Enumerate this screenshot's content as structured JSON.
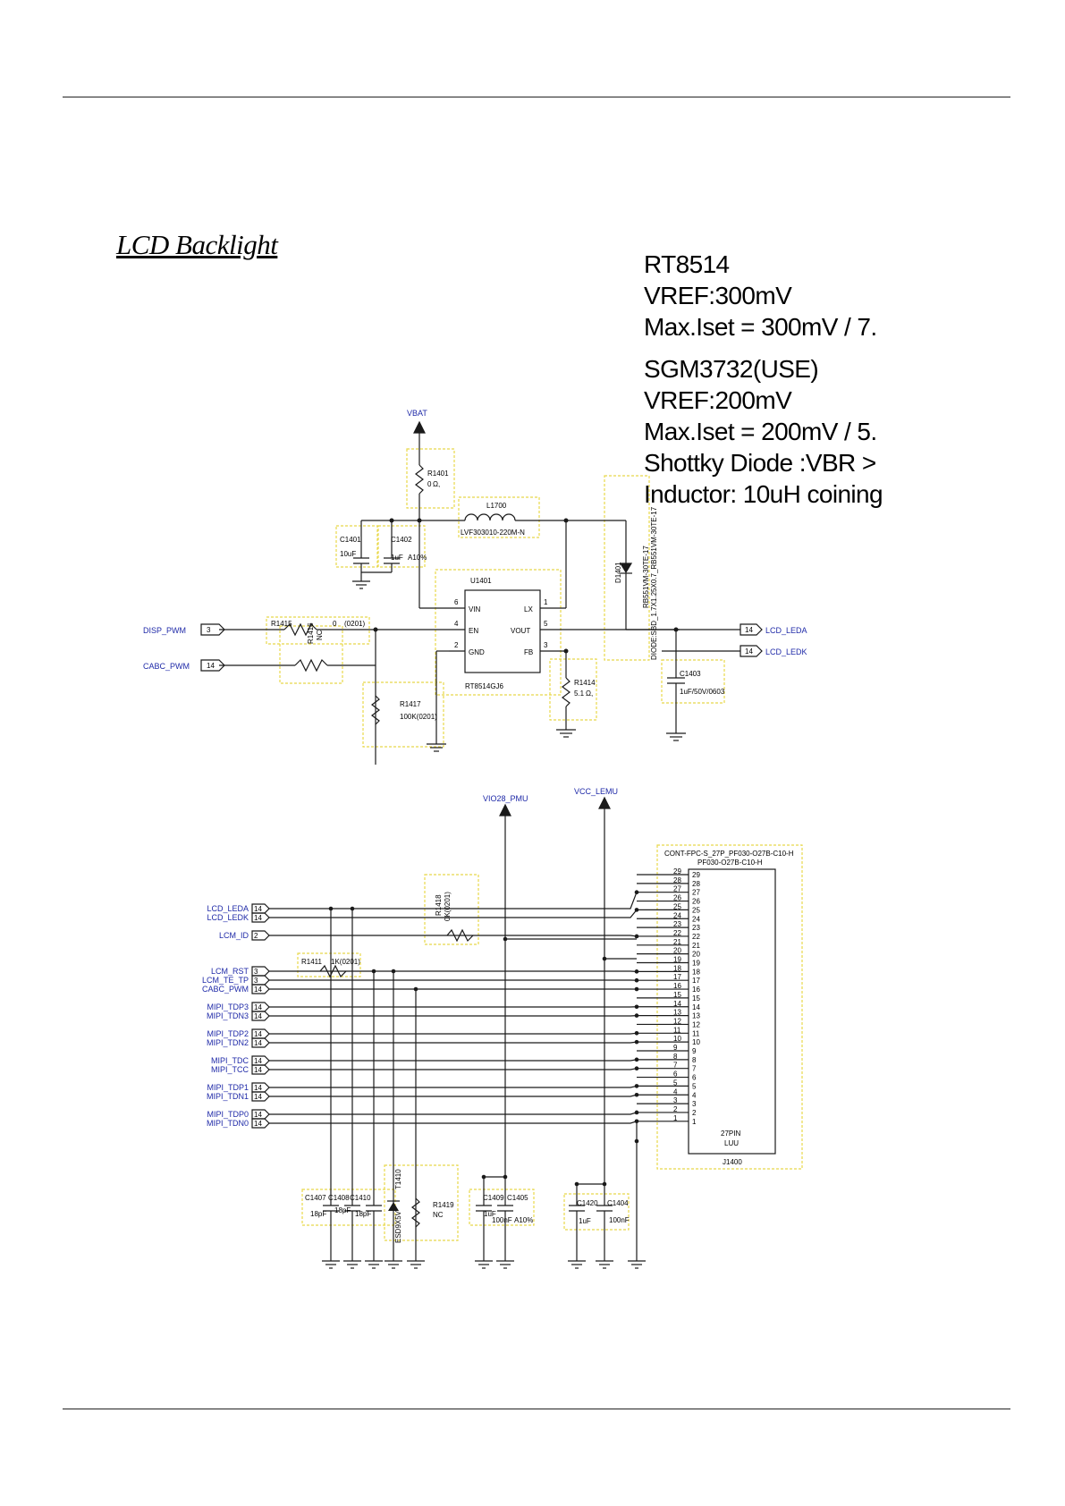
{
  "page": {
    "title": "LCD Backlight"
  },
  "notes": [
    "RT8514",
    "VREF:300mV",
    "Max.Iset = 300mV / 7.",
    "SGM3732(USE)",
    "VREF:200mV",
    "Max.Iset = 200mV / 5.",
    "Shottky Diode :VBR >",
    "Inductor: 10uH coining"
  ],
  "backlight": {
    "nets": {
      "vbat": "VBAT",
      "pwm": "DISP_PWM",
      "cabc": "CABC_PWM",
      "leda": "LCD_LEDA",
      "ledk": "LCD_LEDK"
    },
    "net_ports": {
      "pwm": "3",
      "cabc": "14",
      "leda": "14",
      "ledk": "14"
    },
    "r1401": {
      "ref": "R1401",
      "val": "0",
      "dots": "Ω,"
    },
    "l1700": {
      "ref": "L1700",
      "val": "LVF303010-220M-N"
    },
    "c1401": {
      "ref": "C1401",
      "val": "10uF"
    },
    "c1402": {
      "ref": "C1402",
      "val": "1uF",
      "tol": "A10%"
    },
    "u1401": {
      "ref": "U1401",
      "part": "RT8514GJ6",
      "pins": [
        "VIN",
        "EN",
        "GND",
        "LX",
        "VOUT",
        "FB"
      ],
      "pin_numbers": [
        "6",
        "4",
        "2",
        "1",
        "5",
        "3"
      ]
    },
    "r1415": {
      "ref": "R1415",
      "val": "0",
      "pkg": "(0201)"
    },
    "r1416": {
      "ref": "R1416",
      "val": "NC"
    },
    "r1417": {
      "ref": "R1417",
      "val": "100K(0201)"
    },
    "r1414": {
      "ref": "R1414",
      "val": "5.1",
      "dots": "Ω,"
    },
    "d1401": {
      "ref": "D1401",
      "part": "RB551VM-30TE-17",
      "alt": "RB551VM-30TE-17",
      "pkg": "DIODE:SBD_1.7X1.25X0.7_RB551VM-30TE-17"
    },
    "c1403": {
      "ref": "C1403",
      "val": "1uF/50V/0603"
    }
  },
  "connector": {
    "nets": {
      "vio28": "VIO28_PMU",
      "vcc": "VCC_LEMU",
      "leda": "LCD_LEDA",
      "ledk": "LCD_LEDK",
      "lcm_id": "LCM_ID",
      "lcm_rst": "LCM_RST",
      "lcm_te": "LCM_TE_TP",
      "cabc": "CABC_PWM",
      "tdp3": "MIPI_TDP3",
      "tdn3": "MIPI_TDN3",
      "tdp2": "MIPI_TDP2",
      "tdn2": "MIPI_TDN2",
      "tdc": "MIPI_TDC",
      "tcc": "MIPI_TCC",
      "tdp1": "MIPI_TDP1",
      "tdn1": "MIPI_TDN1",
      "tdp0": "MIPI_TDP0",
      "tdn0": "MIPI_TDN0"
    },
    "ports": {
      "leda": "14",
      "ledk": "14",
      "lcm_id": "2",
      "lcm_rst": "3",
      "lcm_te": "3",
      "cabc": "14",
      "mipi": "14"
    },
    "j1400": {
      "ref": "J1400",
      "part": "CONT-FPC-S_27P_PF030-O27B-C10-H",
      "part2": "PF030-O27B-C10-H",
      "desc1": "27PIN",
      "desc2": "LUU"
    },
    "pins": [
      "29",
      "28",
      "27",
      "26",
      "25",
      "24",
      "23",
      "22",
      "21",
      "20",
      "19",
      "18",
      "17",
      "16",
      "15",
      "14",
      "13",
      "12",
      "11",
      "10",
      "9",
      "8",
      "7",
      "6",
      "5",
      "4",
      "3",
      "2",
      "1"
    ],
    "r1418": {
      "ref": "R1418",
      "val": "0K(0201)"
    },
    "r1411": {
      "ref": "R1411",
      "val": "1K(0201)"
    },
    "r1419": {
      "ref": "R1419",
      "val": "NC"
    },
    "t1410": {
      "ref": "T1410",
      "part": "ESD9X5V"
    },
    "caps": [
      {
        "ref": "C1407",
        "val": "18pF"
      },
      {
        "ref": "C1408",
        "val": "18pF"
      },
      {
        "ref": "C1410",
        "val": "18pF"
      },
      {
        "ref": "C1409",
        "val": "1uF"
      },
      {
        "ref": "C1405",
        "val": "100nF",
        "tol": "A10%"
      },
      {
        "ref": "C1420",
        "val": "1uF"
      },
      {
        "ref": "C1404",
        "val": "100nF"
      }
    ]
  },
  "colors": {
    "wire": "#1a1a1a",
    "net_label": "#1f2aa8",
    "silk_box": "#e8d84a"
  }
}
